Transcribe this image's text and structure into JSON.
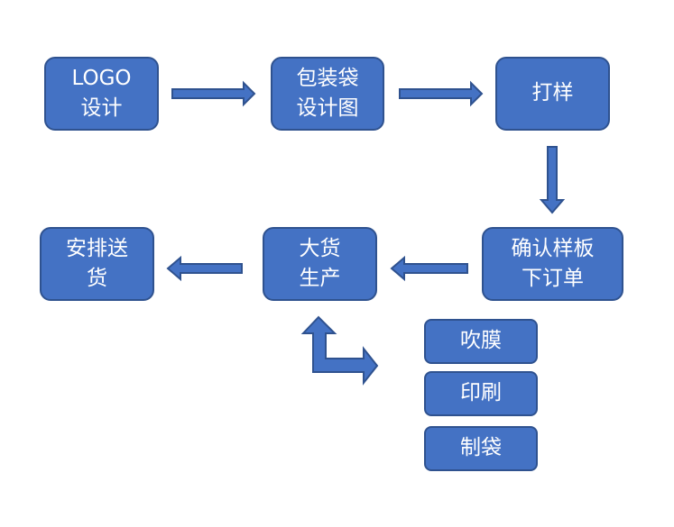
{
  "flow": {
    "logo_design": "LOGO\n设计",
    "bag_design": "包装袋\n设计图",
    "sampling": "打样",
    "confirm_sample": "确认样板\n下订单",
    "mass_production": "大货\n生产",
    "arrange_delivery": "安排送\n货"
  },
  "processes": {
    "film_blowing": "吹膜",
    "printing": "印刷",
    "bag_making": "制袋"
  },
  "colors": {
    "node_fill": "#4472c4",
    "node_border": "#2f528f",
    "text": "#ffffff",
    "background": "#ffffff"
  }
}
